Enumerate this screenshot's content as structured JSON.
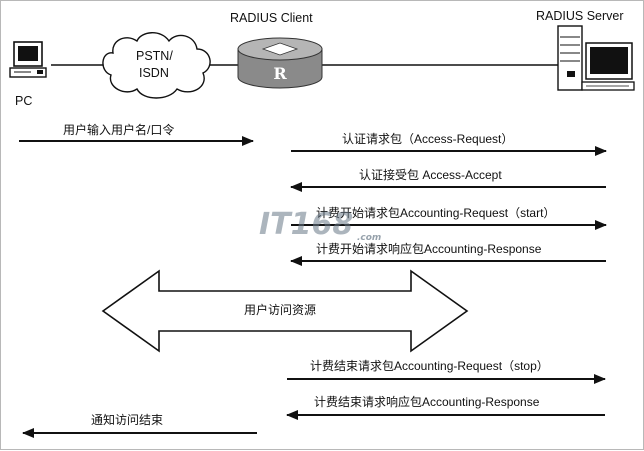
{
  "nodes": {
    "pc": {
      "label": "PC",
      "icon": "pc-icon"
    },
    "network": {
      "line1": "PSTN/",
      "line2": "ISDN",
      "icon": "cloud-icon"
    },
    "client": {
      "label": "RADIUS Client",
      "router_glyph": "R",
      "icon": "router-icon"
    },
    "server": {
      "label": "RADIUS Server",
      "icon": "server-icon"
    }
  },
  "messages": [
    {
      "id": "user-input",
      "text": "用户输入用户名/口令",
      "direction": "right"
    },
    {
      "id": "access-request",
      "text": "认证请求包（Access-Request）",
      "direction": "right"
    },
    {
      "id": "access-accept",
      "text": "认证接受包  Access-Accept",
      "direction": "left"
    },
    {
      "id": "accounting-start",
      "text": "计费开始请求包Accounting-Request（start）",
      "direction": "right"
    },
    {
      "id": "accounting-response-1",
      "text": "计费开始请求响应包Accounting-Response",
      "direction": "left"
    },
    {
      "id": "user-access",
      "text": "用户访问资源",
      "direction": "both"
    },
    {
      "id": "accounting-stop",
      "text": "计费结束请求包Accounting-Request（stop）",
      "direction": "right"
    },
    {
      "id": "accounting-response-2",
      "text": "计费结束请求响应包Accounting-Response",
      "direction": "left"
    },
    {
      "id": "notify-end",
      "text": "通知访问结束",
      "direction": "left"
    }
  ],
  "watermark": {
    "brand": "IT168",
    "suffix": ".com"
  },
  "colors": {
    "line": "#111111",
    "router_body": "#8a8a8a",
    "router_top": "#b5b5b5",
    "watermark": "#6a7a88"
  }
}
